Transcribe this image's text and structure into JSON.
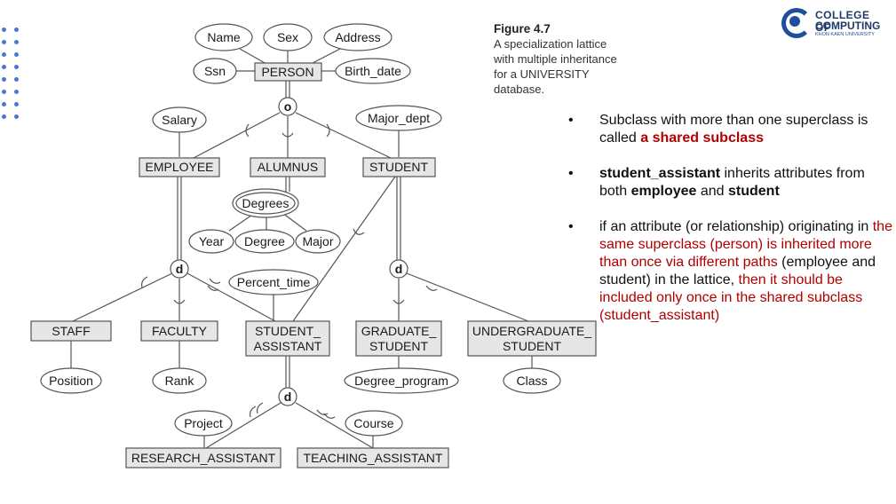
{
  "figure": {
    "title": "Figure 4.7",
    "caption_lines": [
      "A specialization lattice",
      "with multiple inheritance",
      "for a UNIVERSITY",
      "database."
    ]
  },
  "logo": {
    "line1": "COLLEGE OF",
    "line2": "COMPUTING",
    "line3": "KHON KAEN UNIVERSITY"
  },
  "entities": {
    "person": "PERSON",
    "employee": "EMPLOYEE",
    "alumnus": "ALUMNUS",
    "student": "STUDENT",
    "staff": "STAFF",
    "faculty": "FACULTY",
    "student_assistant_l1": "STUDENT_",
    "student_assistant_l2": "ASSISTANT",
    "graduate_student_l1": "GRADUATE_",
    "graduate_student_l2": "STUDENT",
    "undergraduate_student_l1": "UNDERGRADUATE_",
    "undergraduate_student_l2": "STUDENT",
    "research_assistant": "RESEARCH_ASSISTANT",
    "teaching_assistant": "TEACHING_ASSISTANT"
  },
  "attributes": {
    "name": "Name",
    "sex": "Sex",
    "address": "Address",
    "ssn": "Ssn",
    "birth_date": "Birth_date",
    "salary": "Salary",
    "major_dept": "Major_dept",
    "degrees": "Degrees",
    "year": "Year",
    "degree": "Degree",
    "major": "Major",
    "percent_time": "Percent_time",
    "position": "Position",
    "rank": "Rank",
    "degree_program": "Degree_program",
    "class": "Class",
    "project": "Project",
    "course": "Course"
  },
  "specializations": {
    "person_overlap": "o",
    "employee_disjoint": "d",
    "student_disjoint": "d",
    "assistant_disjoint": "d"
  },
  "bullets": [
    {
      "parts": [
        {
          "text": "Subclass with more than one superclass is called ",
          "style": "normal"
        },
        {
          "text": "a shared subclass",
          "style": "bold-red"
        }
      ]
    },
    {
      "parts": [
        {
          "text": "student_assistant",
          "style": "bold"
        },
        {
          "text": " inherits attributes from both ",
          "style": "normal"
        },
        {
          "text": "employee",
          "style": "bold"
        },
        {
          "text": " and ",
          "style": "normal"
        },
        {
          "text": "student",
          "style": "bold"
        }
      ]
    },
    {
      "parts": [
        {
          "text": "if an attribute (or relationship) originating in ",
          "style": "normal"
        },
        {
          "text": "the same superclass (person) is inherited more than once via different paths",
          "style": "red"
        },
        {
          "text": " (employee and student) in the lattice, ",
          "style": "normal"
        },
        {
          "text": "then it should be included only once in the shared subclass (student_assistant)",
          "style": "red"
        }
      ]
    }
  ],
  "colors": {
    "bullet_highlight": "#b00000",
    "decor_dots": "#4a76d6",
    "logo": "#1e4f9a"
  }
}
